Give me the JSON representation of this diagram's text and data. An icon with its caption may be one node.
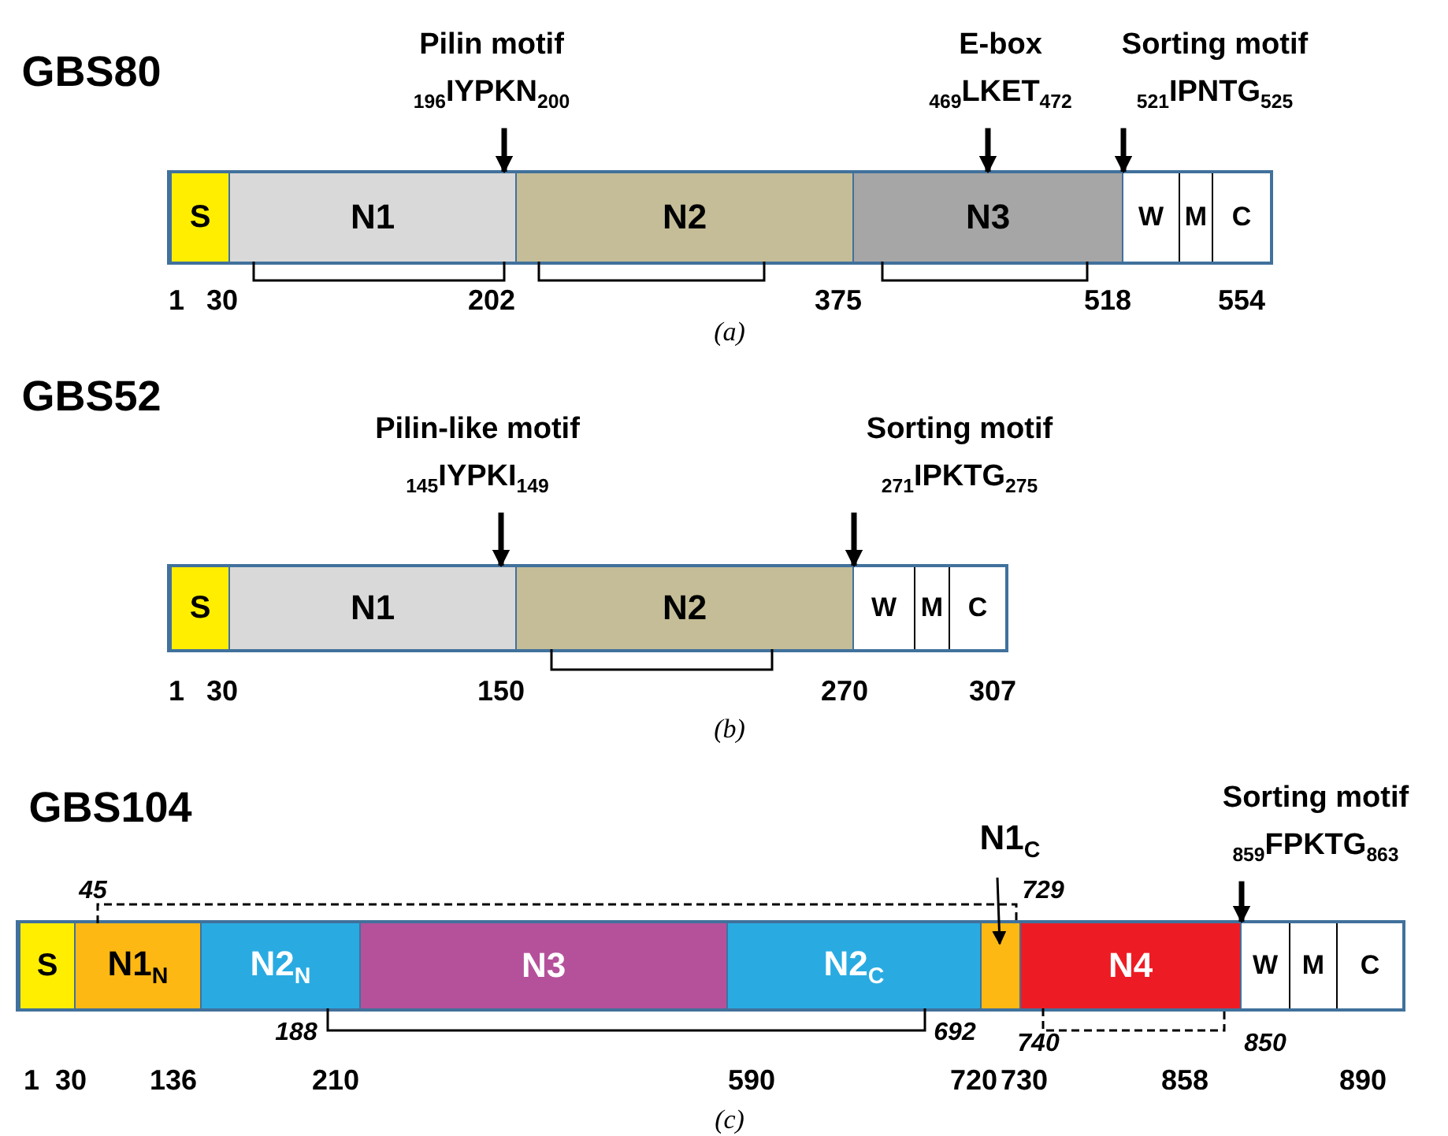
{
  "diagram": {
    "nodes": [
      {
        "text": [],
        "shape": "bar"
      },
      {
        "text": [
          "S"
        ],
        "in": 0
      },
      {
        "text": [
          "N1"
        ],
        "in": 0
      },
      {
        "text": [
          "N2"
        ],
        "in": 0
      },
      {
        "text": [
          "N3"
        ],
        "in": 0
      },
      {
        "text": [
          "W"
        ],
        "in": 0
      },
      {
        "text": [
          "M"
        ],
        "in": 0
      },
      {
        "text": [
          "C"
        ],
        "in": 0
      },
      {
        "text": [
          "Pilin motif",
          "$_{196}$IYPKN$_{200}$"
        ]
      },
      {
        "text": [
          "E-box",
          "$_{469}$LKET$_{472}$"
        ]
      },
      {
        "text": [
          "Sorting motif",
          "$_{521}$IPNTG$_{525}$"
        ]
      },
      {
        "text": [],
        "shape": "bar"
      },
      {
        "text": [
          "S"
        ],
        "in": 11
      },
      {
        "text": [
          "N1"
        ],
        "in": 11
      },
      {
        "text": [
          "N2"
        ],
        "in": 11
      },
      {
        "text": [
          "W"
        ],
        "in": 11
      },
      {
        "text": [
          "M"
        ],
        "in": 11
      },
      {
        "text": [
          "C"
        ],
        "in": 11
      },
      {
        "text": [
          "Pilin-like motif",
          "$_{145}$IYPKI$_{149}$"
        ]
      },
      {
        "text": [
          "Sorting motif",
          "$_{271}$IPKTG$_{275}$"
        ]
      },
      {
        "text": [],
        "shape": "bar"
      },
      {
        "text": [
          "S"
        ],
        "in": 20
      },
      {
        "text": [
          "N1$_{N}$"
        ],
        "in": 20
      },
      {
        "text": [
          "N2$_{N}$"
        ],
        "in": 20
      },
      {
        "text": [
          "N3"
        ],
        "in": 20
      },
      {
        "text": [
          "N2$_{C}$"
        ],
        "in": 20
      },
      {
        "text": [],
        "shape": "box",
        "in": 20
      },
      {
        "text": [
          "N4"
        ],
        "in": 20
      },
      {
        "text": [
          "W"
        ],
        "in": 20
      },
      {
        "text": [
          "M"
        ],
        "in": 20
      },
      {
        "text": [
          "C"
        ],
        "in": 20
      },
      {
        "text": [
          "N1$_{C}$"
        ]
      },
      {
        "text": [
          "Sorting motif",
          "$_{859}$FPKTG$_{863}$"
        ]
      }
    ],
    "edges": [
      {
        "from": 8,
        "to": 2,
        "arrow": "to"
      },
      {
        "from": 9,
        "to": 4,
        "arrow": "to"
      },
      {
        "from": 10,
        "to": 5,
        "arrow": "to"
      },
      {
        "from": 18,
        "to": 13,
        "arrow": "to"
      },
      {
        "from": 19,
        "to": 15,
        "arrow": "to"
      },
      {
        "from": 31,
        "to": 26,
        "arrow": "to"
      },
      {
        "from": 32,
        "to": 28,
        "arrow": "to"
      }
    ],
    "labels": [
      "GBS80",
      "1",
      "30",
      "202",
      "375",
      "518",
      "554",
      "(a)",
      "GBS52",
      "1",
      "30",
      "150",
      "270",
      "307",
      "(b)",
      "GBS104",
      "45",
      "729",
      "188",
      "692",
      "740",
      "850",
      "1",
      "30",
      "136",
      "210",
      "590",
      "720",
      "730",
      "858",
      "890",
      "(c)"
    ]
  }
}
